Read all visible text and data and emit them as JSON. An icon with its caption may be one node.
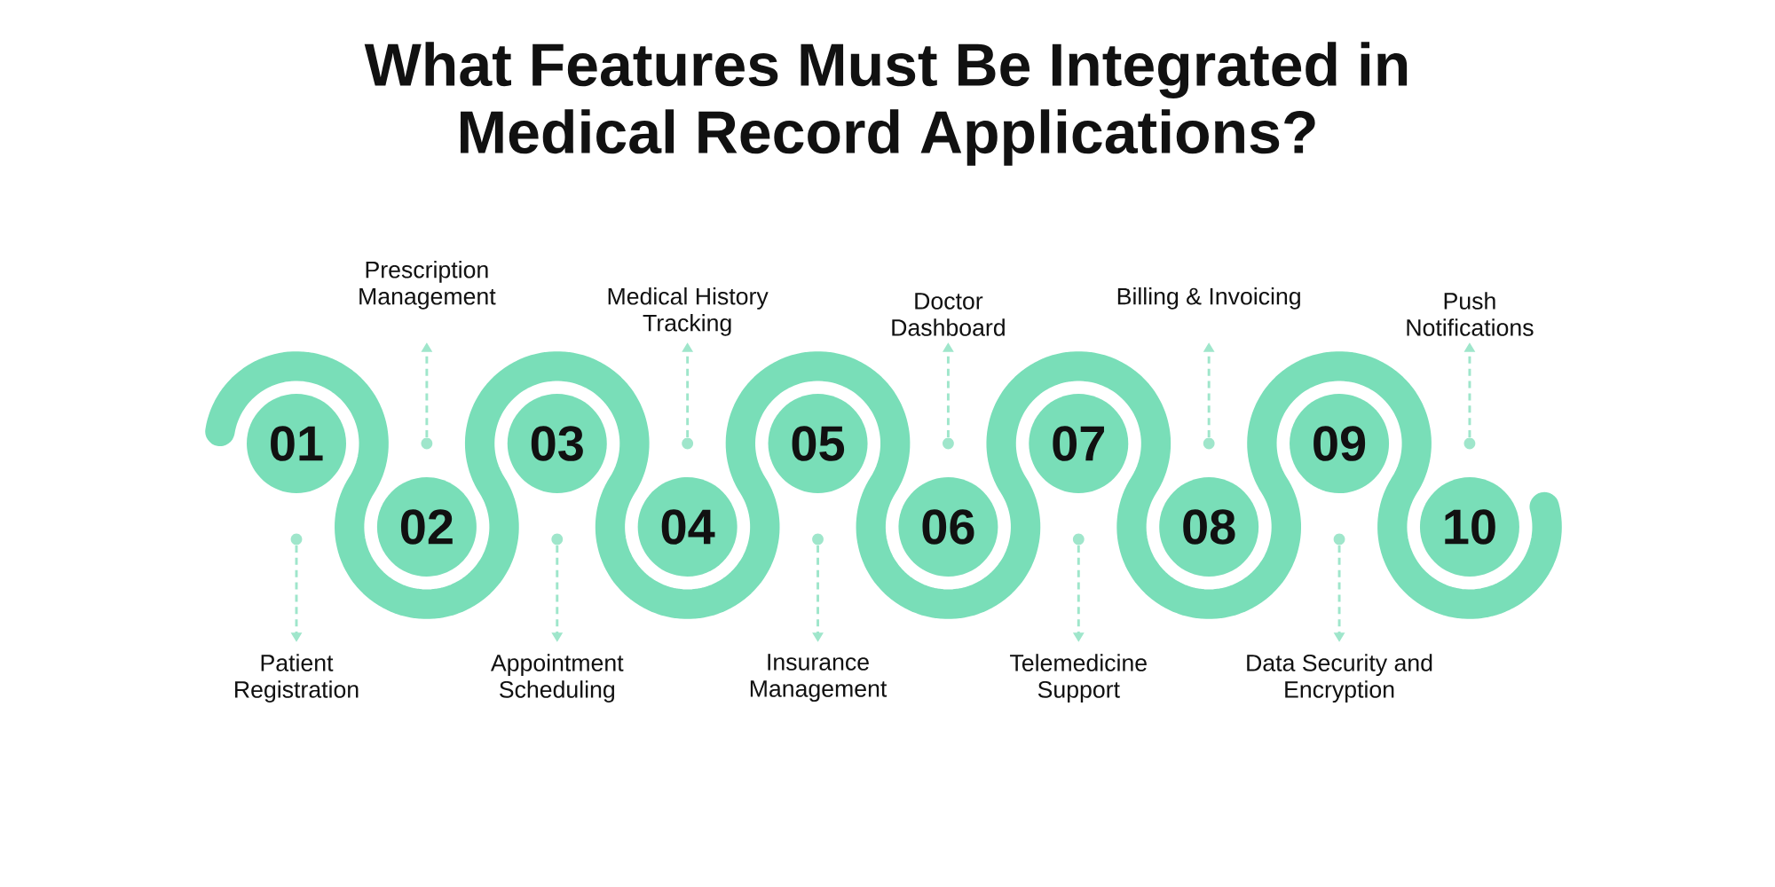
{
  "diagram": {
    "title": "What Features Must Be Integrated in Medical Record Applications?",
    "nodes": [
      {
        "text": [
          "01"
        ]
      },
      {
        "text": [
          "02"
        ]
      },
      {
        "text": [
          "03"
        ]
      },
      {
        "text": [
          "04"
        ]
      },
      {
        "text": [
          "05"
        ]
      },
      {
        "text": [
          "06"
        ]
      },
      {
        "text": [
          "07"
        ]
      },
      {
        "text": [
          "08"
        ]
      },
      {
        "text": [
          "09"
        ]
      },
      {
        "text": [
          "10"
        ]
      },
      {
        "text": [
          "Patient Registration"
        ]
      },
      {
        "text": [
          "Prescription Management"
        ]
      },
      {
        "text": [
          "Appointment Scheduling"
        ]
      },
      {
        "text": [
          "Medical History Tracking"
        ]
      },
      {
        "text": [
          "Insurance Management"
        ]
      },
      {
        "text": [
          "Doctor Dashboard"
        ]
      },
      {
        "text": [
          "Telemedicine Support"
        ]
      },
      {
        "text": [
          "Billing & Invoicing"
        ]
      },
      {
        "text": [
          "Data Security and Encryption"
        ]
      },
      {
        "text": [
          "Push Notifications"
        ]
      },
      {
        "text": [],
        "shape": "circle"
      },
      {
        "text": [],
        "shape": "circle"
      },
      {
        "text": [],
        "shape": "circle"
      },
      {
        "text": [],
        "shape": "circle"
      },
      {
        "text": [],
        "shape": "circle"
      },
      {
        "text": [],
        "shape": "circle"
      },
      {
        "text": [],
        "shape": "circle"
      },
      {
        "text": [],
        "shape": "circle"
      },
      {
        "text": [],
        "shape": "circle"
      },
      {
        "text": [],
        "shape": "circle"
      }
    ],
    "edges": [
      {
        "from": 20,
        "to": 10,
        "arrow": "to",
        "style": "dashed"
      },
      {
        "from": 21,
        "to": 11,
        "arrow": "to",
        "style": "dashed"
      },
      {
        "from": 22,
        "to": 12,
        "arrow": "to",
        "style": "dashed"
      },
      {
        "from": 23,
        "to": 13,
        "arrow": "to",
        "style": "dashed"
      },
      {
        "from": 24,
        "to": 14,
        "arrow": "to",
        "style": "dashed"
      },
      {
        "from": 25,
        "to": 15,
        "arrow": "to",
        "style": "dashed"
      },
      {
        "from": 26,
        "to": 16,
        "arrow": "to",
        "style": "dashed"
      },
      {
        "from": 27,
        "to": 17,
        "arrow": "to",
        "style": "dashed"
      },
      {
        "from": 28,
        "to": 18,
        "arrow": "to",
        "style": "dashed"
      },
      {
        "from": 29,
        "to": 19,
        "arrow": "to",
        "style": "dashed"
      }
    ]
  }
}
